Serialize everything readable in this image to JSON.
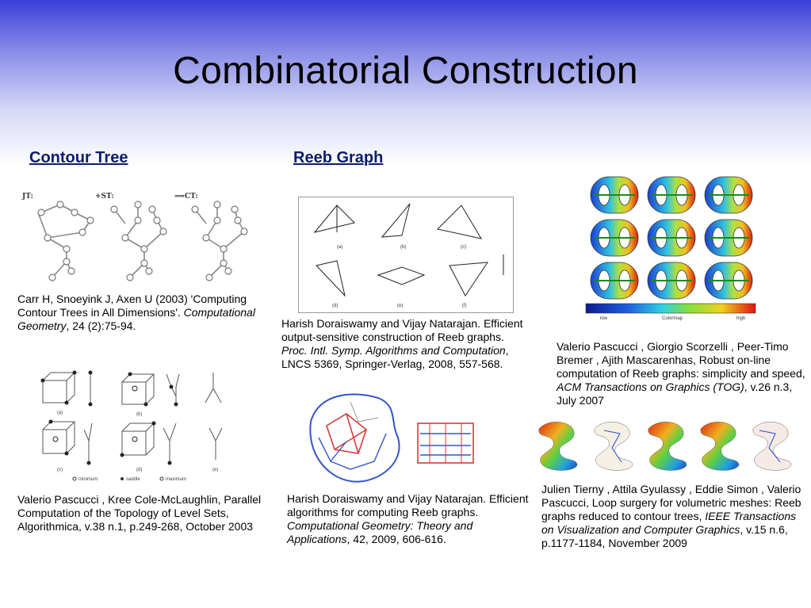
{
  "slide": {
    "title": "Combinatorial Construction"
  },
  "columns": {
    "contour_tree": {
      "heading": "Contour Tree"
    },
    "reeb_graph": {
      "heading": "Reeb Graph"
    }
  },
  "figure_labels": {
    "jt": "JT:",
    "st": "+ST:",
    "ct": "⟹CT:",
    "tri_a": "(a)",
    "tri_b": "(b)",
    "tri_c": "(c)",
    "tri_d": "(d)",
    "tri_e": "(e)",
    "tri_f": "(f)",
    "cube_a": "(a)",
    "cube_b": "(b)",
    "cube_c": "(c)",
    "cube_d": "(d)",
    "cube_e": "(e)",
    "legend_minimum": "minimum",
    "legend_saddle": "saddle",
    "legend_maximum": "maximum",
    "colormap_low": "low",
    "colormap_mid": "Colormap",
    "colormap_high": "high"
  },
  "citations": {
    "carr": {
      "plain": "Carr H, Snoeyink J, Axen U (2003) 'Computing Contour Trees in All Dimensions'. ",
      "italic": "Computational Geometry",
      "tail": ", 24 (2):75-94."
    },
    "pascucci_cole": {
      "plain": "Valerio Pascucci , Kree Cole-McLaughlin, Parallel Computation of the Topology of Level Sets, Algorithmica, v.38 n.1, p.249-268, October 2003"
    },
    "dorai_2008": {
      "plain": "Harish Doraiswamy and Vijay Natarajan. Efficient output-sensitive construction of Reeb graphs. ",
      "italic": "Proc. Intl. Symp. Algorithms and Computation",
      "tail": ", LNCS 5369, Springer-Verlag, 2008, 557-568."
    },
    "dorai_2009": {
      "plain": "Harish Doraiswamy and Vijay Natarajan. Efficient algorithms for computing Reeb graphs. ",
      "italic": "Computational Geometry: Theory and Applications",
      "tail": ", 42, 2009, 606-616."
    },
    "pascucci_2007": {
      "plain": "Valerio Pascucci , Giorgio Scorzelli , Peer-Timo Bremer , Ajith Mascarenhas, Robust on-line computation of Reeb graphs: simplicity and speed, ",
      "italic": "ACM Transactions on Graphics (TOG)",
      "tail": ", v.26 n.3, July 2007"
    },
    "tierny_2009": {
      "plain": "Julien Tierny , Attila Gyulassy , Eddie Simon , Valerio Pascucci, Loop surgery for volumetric meshes: Reeb graphs reduced to contour trees, ",
      "italic": "IEEE Transactions on Visualization and Computer Graphics",
      "tail": ", v.15 n.6, p.1177-1184, November 2009"
    }
  },
  "colors": {
    "heading": "#0b1d6e",
    "background_top": "#3a3fd8"
  }
}
